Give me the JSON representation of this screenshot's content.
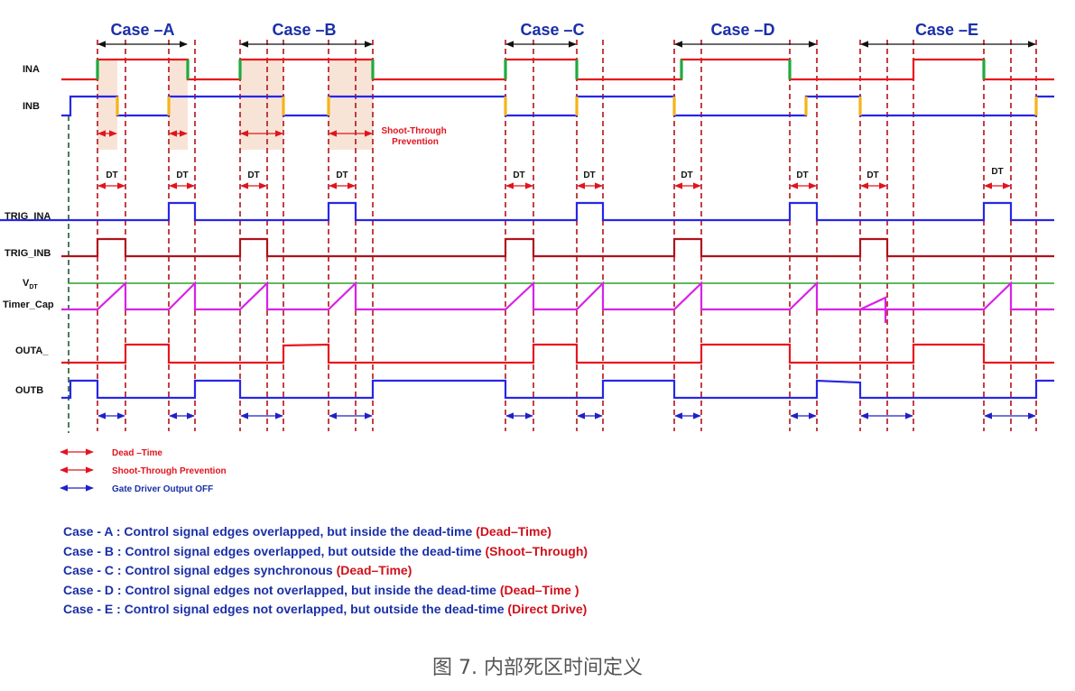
{
  "cases": [
    {
      "id": "A",
      "label": "Case –A"
    },
    {
      "id": "B",
      "label": "Case –B"
    },
    {
      "id": "C",
      "label": "Case –C"
    },
    {
      "id": "D",
      "label": "Case –D"
    },
    {
      "id": "E",
      "label": "Case –E"
    }
  ],
  "signals": [
    {
      "id": "ina",
      "label": "INA",
      "color": "#e8161e"
    },
    {
      "id": "inb",
      "label": "INB",
      "color": "#2727e6"
    },
    {
      "id": "trig_ina",
      "label": "TRIG_INA",
      "color": "#2727e6"
    },
    {
      "id": "trig_inb",
      "label": "TRIG_INB",
      "color": "#b0121a"
    },
    {
      "id": "vdt",
      "label": "VDT",
      "main": "V",
      "sub": "DT",
      "color": "#2aa02a"
    },
    {
      "id": "timer_cap",
      "label": "Timer_Cap",
      "color": "#d822e8"
    },
    {
      "id": "outa",
      "label": "OUTA_",
      "color": "#e8161e"
    },
    {
      "id": "outb",
      "label": "OUTB",
      "color": "#2727e6"
    }
  ],
  "edge_colors": {
    "ina_edge": "#1faa3c",
    "inb_edge": "#f5b31a",
    "shade": "#f8e4d6",
    "divider": "#b3121a",
    "start_marker": "#1e5a36"
  },
  "dt_label": "DT",
  "shoot_through_note": [
    "Shoot-Through",
    "Prevention"
  ],
  "legend": [
    {
      "id": "dead_time",
      "label": "Dead –Time",
      "color": "#e0141e"
    },
    {
      "id": "shoot_through",
      "label": "Shoot-Through Prevention",
      "color": "#e0141e"
    },
    {
      "id": "gate_off",
      "label": "Gate Driver Output OFF",
      "color": "#1a2fa8"
    }
  ],
  "descriptions": [
    {
      "text": "Case -  A  : Control signal edges overlapped, but inside the dead-time ",
      "tag": " (Dead–Time)"
    },
    {
      "text": "Case -  B  : Control signal edges overlapped, but outside the dead-time ",
      "tag": "(Shoot–Through)"
    },
    {
      "text": "Case -  C  : Control signal edges synchronous ",
      "tag": "(Dead–Time)"
    },
    {
      "text": "Case -  D  : Control signal edges not overlapped, but inside the dead-time ",
      "tag": "(Dead–Time )"
    },
    {
      "text": "Case -  E  : Control signal edges not overlapped, but outside the dead-time ",
      "tag": "(Direct Drive)"
    }
  ],
  "caption": "图 7. 内部死区时间定义"
}
